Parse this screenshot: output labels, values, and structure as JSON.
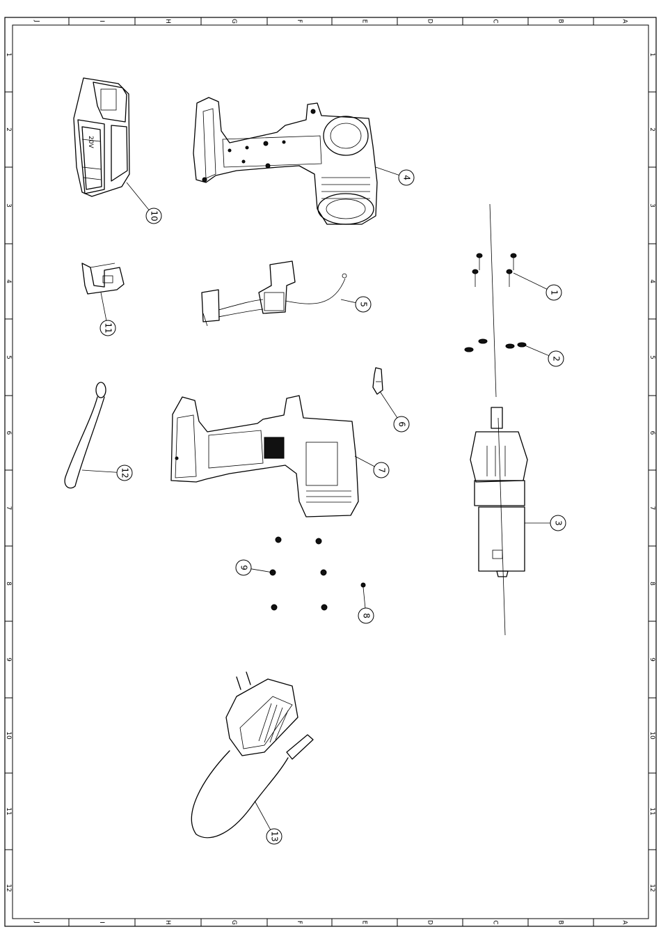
{
  "frame": {
    "column_letters": [
      "J",
      "I",
      "H",
      "G",
      "F",
      "E",
      "D",
      "C",
      "B",
      "A"
    ],
    "row_numbers": [
      "1",
      "2",
      "3",
      "4",
      "5",
      "6",
      "7",
      "8",
      "9",
      "10",
      "11",
      "12"
    ]
  },
  "callouts": [
    {
      "num": "1",
      "part": "screws"
    },
    {
      "num": "2",
      "part": "nuts"
    },
    {
      "num": "3",
      "part": "motor-gearbox"
    },
    {
      "num": "4",
      "part": "housing-left"
    },
    {
      "num": "5",
      "part": "switch"
    },
    {
      "num": "6",
      "part": "direction-lever"
    },
    {
      "num": "7",
      "part": "housing-right"
    },
    {
      "num": "8",
      "part": "small-screw"
    },
    {
      "num": "9",
      "part": "housing-screws"
    },
    {
      "num": "10",
      "part": "battery"
    },
    {
      "num": "11",
      "part": "belt-clip"
    },
    {
      "num": "12",
      "part": "lanyard"
    },
    {
      "num": "13",
      "part": "charger"
    }
  ],
  "battery_label": "20V"
}
